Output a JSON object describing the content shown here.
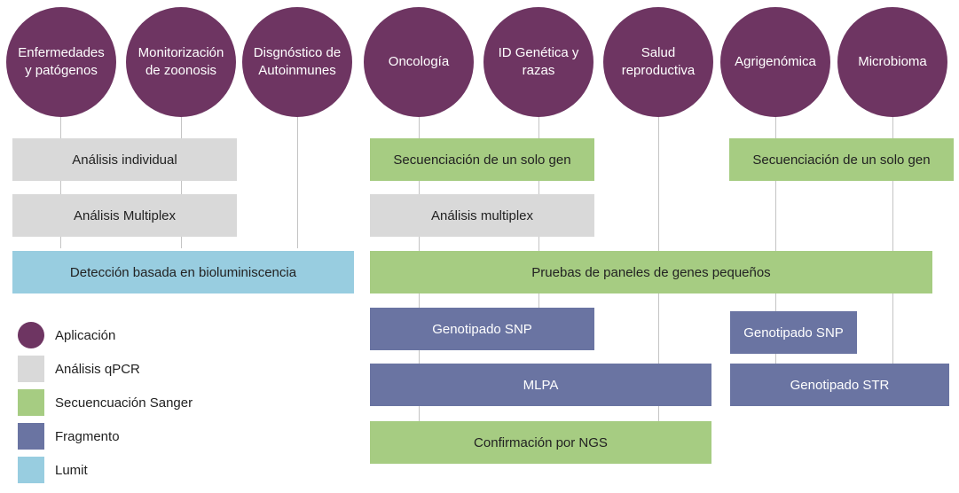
{
  "colors": {
    "application": "#6e3562",
    "qpcr": "#d9d9d9",
    "sanger": "#a6cc82",
    "fragment": "#6a74a2",
    "lumit": "#98cde0"
  },
  "applications": [
    "Enfermedades\ny patógenos",
    "Monitorización\nde zoonosis",
    "Disgnóstico de\nAutoinmunes",
    "Oncología",
    "ID Genética y\nrazas",
    "Salud\nreproductiva",
    "Agrigenómica",
    "Microbioma"
  ],
  "boxes": {
    "analisis_individual": "Análisis individual",
    "analisis_multiplex_left": "Análisis Multiplex",
    "bioluminiscencia": "Detección basada en bioluminiscencia",
    "secuenciacion_center": "Secuenciación de un solo gen",
    "analisis_multiplex_center": "Análisis multiplex",
    "paneles": "Pruebas de paneles de genes pequeños",
    "genotipado_snp_center": "Genotipado SNP",
    "mlpa": "MLPA",
    "confirmacion_ngs": "Confirmación por NGS",
    "secuenciacion_right": "Secuenciación de un solo gen",
    "genotipado_snp_right": "Genotipado SNP",
    "genotipado_str": "Genotipado STR"
  },
  "legend": {
    "application": "Aplicación",
    "qpcr": "Análisis qPCR",
    "sanger": "Secuencuación Sanger",
    "fragment": "Fragmento",
    "lumit": "Lumit"
  }
}
